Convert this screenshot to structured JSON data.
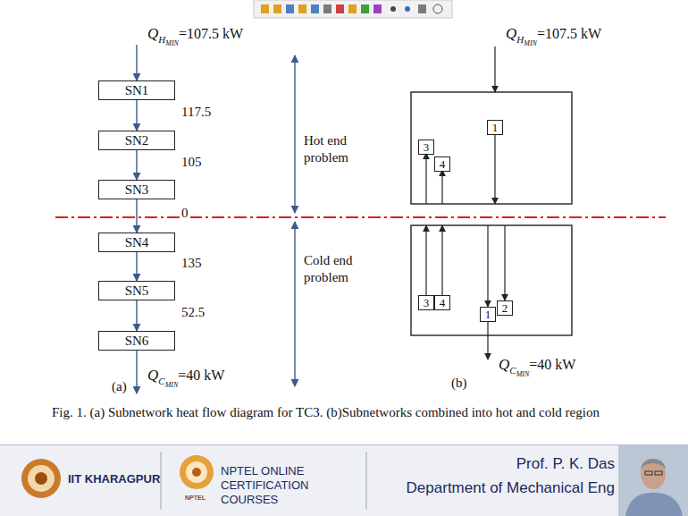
{
  "diagram": {
    "caption": "Fig. 1. (a) Subnetwork heat flow diagram for TC3. (b)Subnetworks combined into hot and cold region",
    "nodes": [
      {
        "text": [
          "SN1"
        ]
      },
      {
        "text": [
          "SN2"
        ]
      },
      {
        "text": [
          "SN3"
        ]
      },
      {
        "text": [
          "SN4"
        ]
      },
      {
        "text": [
          "SN5"
        ]
      },
      {
        "text": [
          "SN6"
        ]
      },
      {
        "text": [
          "1"
        ]
      },
      {
        "text": [
          "3"
        ]
      },
      {
        "text": [
          "4"
        ]
      },
      {
        "text": [
          "3"
        ]
      },
      {
        "text": [
          "4"
        ]
      },
      {
        "text": [
          "1"
        ]
      },
      {
        "text": [
          "2"
        ]
      }
    ],
    "edges": [
      {
        "from": 0,
        "to": 1,
        "arrow": "to",
        "label": "117.5"
      },
      {
        "from": 1,
        "to": 2,
        "arrow": "to",
        "label": "105"
      },
      {
        "from": 2,
        "to": 3,
        "arrow": "to",
        "label": "0"
      },
      {
        "from": 3,
        "to": 4,
        "arrow": "to",
        "label": "135"
      },
      {
        "from": 4,
        "to": 5,
        "arrow": "to",
        "label": "52.5"
      }
    ],
    "labels": [
      "Q",
      "H",
      "MIN",
      "=107.5 kW",
      "Q",
      "C",
      "MIN",
      "=40 kW",
      "(a)",
      "Hot end problem",
      "Cold end problem",
      "Q",
      "H",
      "MIN",
      "=107.5 kW",
      "Q",
      "C",
      "MIN",
      "=40 kW",
      "(b)",
      "IIT KHARAGPUR",
      "NPTEL ONLINE CERTIFICATION COURSES",
      "NPTEL",
      "Prof. P. K. Das",
      "Department of Mechanical Eng"
    ]
  }
}
